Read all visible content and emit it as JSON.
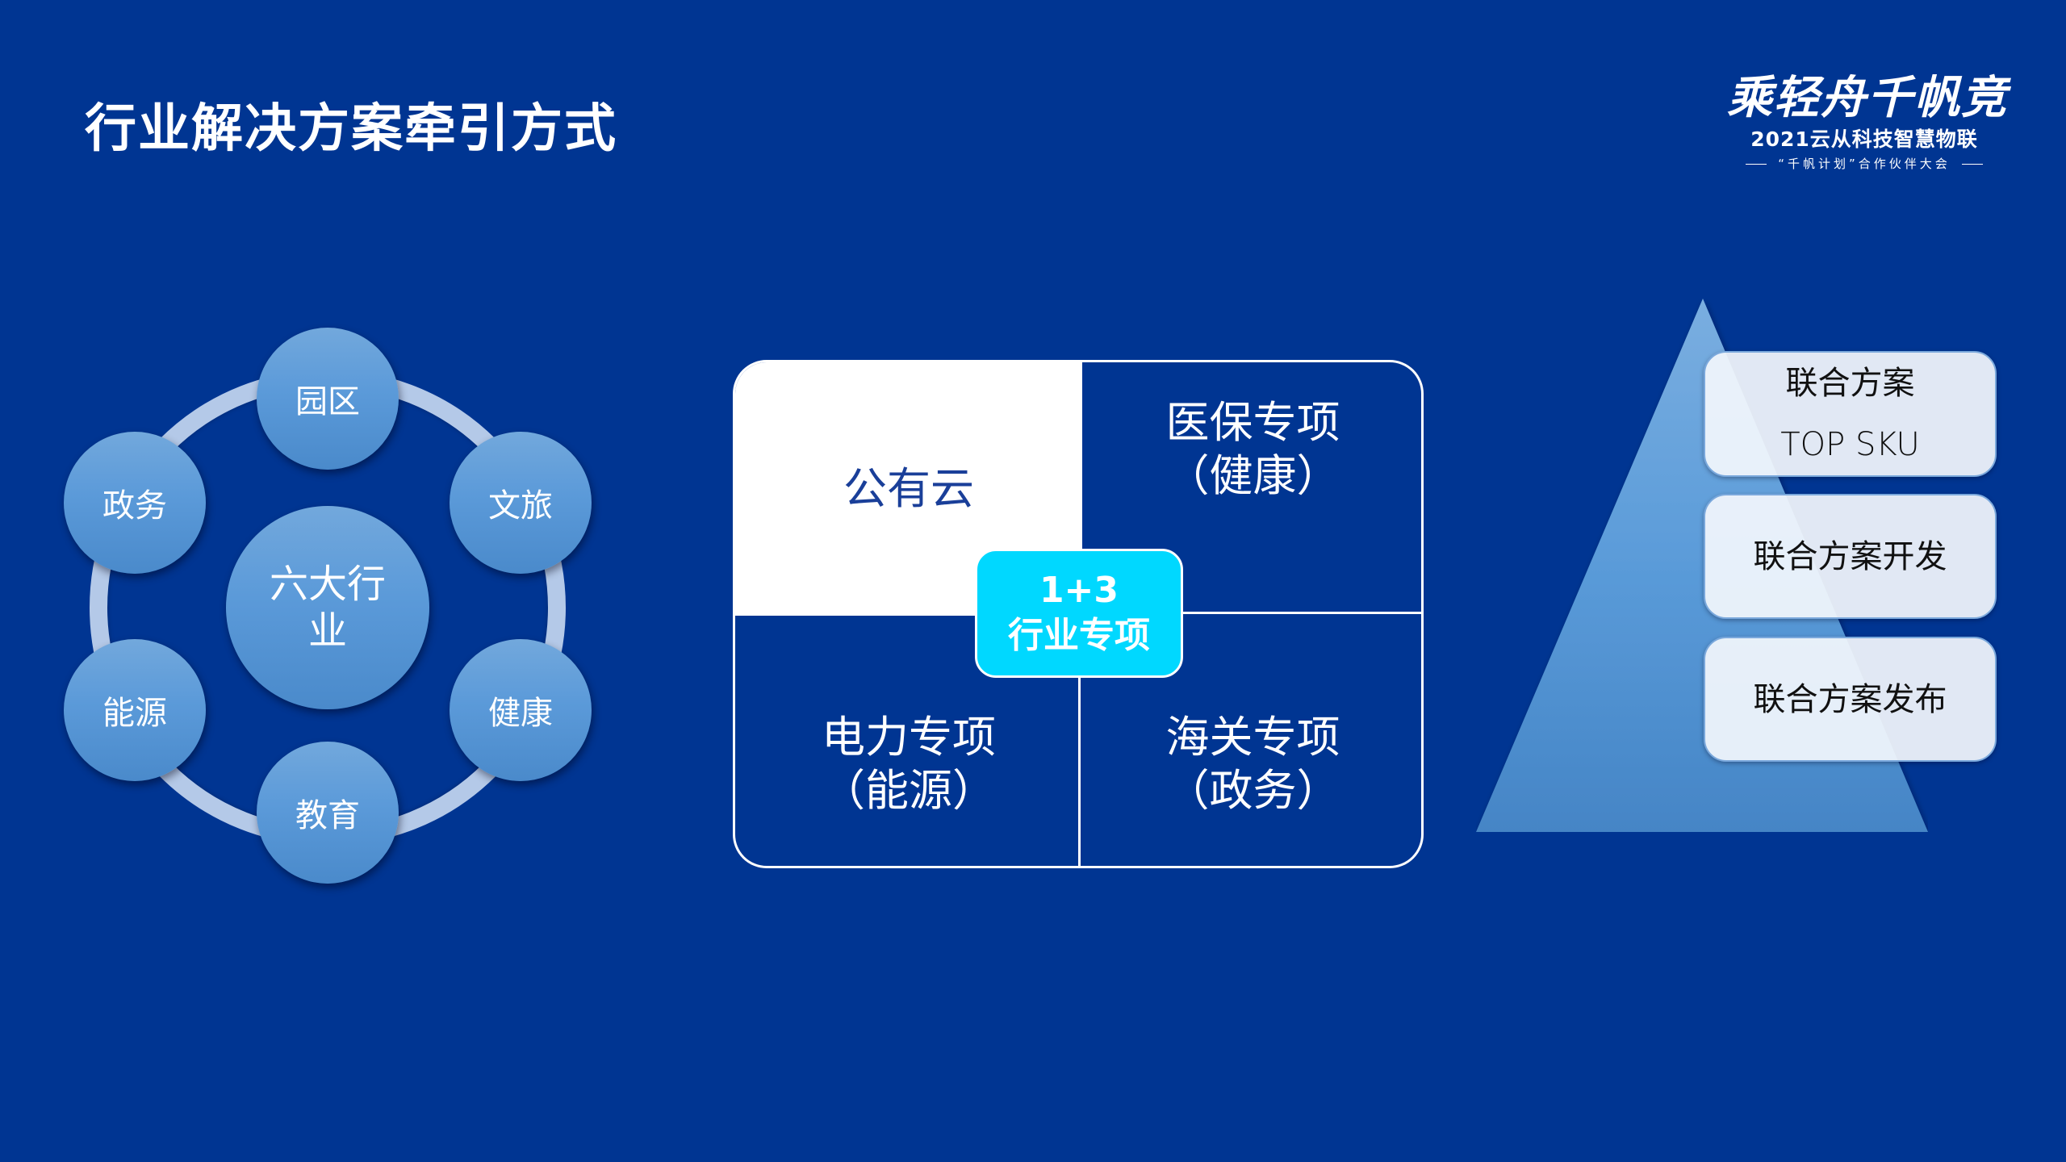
{
  "page": {
    "title": "行业解决方案牵引方式",
    "background_color": "#003592"
  },
  "logo": {
    "slogan": "乘轻舟千帆竞",
    "event": "2021云从科技智慧物联",
    "subtitle": "“千帆计划”合作伙伴大会"
  },
  "ring_diagram": {
    "center": "六大行业",
    "nodes": [
      {
        "label": "园区",
        "position": "top"
      },
      {
        "label": "文旅",
        "position": "upper-right"
      },
      {
        "label": "健康",
        "position": "lower-right"
      },
      {
        "label": "教育",
        "position": "bottom"
      },
      {
        "label": "能源",
        "position": "lower-left"
      },
      {
        "label": "政务",
        "position": "upper-left"
      }
    ]
  },
  "matrix": {
    "center_badge": {
      "line1": "1+3",
      "line2": "行业专项",
      "color": "#00d8ff"
    },
    "cells": [
      {
        "line1": "公有云",
        "line2": ""
      },
      {
        "line1": "医保专项",
        "line2": "（健康）"
      },
      {
        "line1": "电力专项",
        "line2": "（能源）"
      },
      {
        "line1": "海关专项",
        "line2": "（政务）"
      }
    ]
  },
  "pyramid": {
    "steps": [
      {
        "line1": "联合方案",
        "line2": "TOP SKU"
      },
      {
        "line1": "联合方案开发",
        "line2": ""
      },
      {
        "line1": "联合方案发布",
        "line2": ""
      }
    ]
  }
}
